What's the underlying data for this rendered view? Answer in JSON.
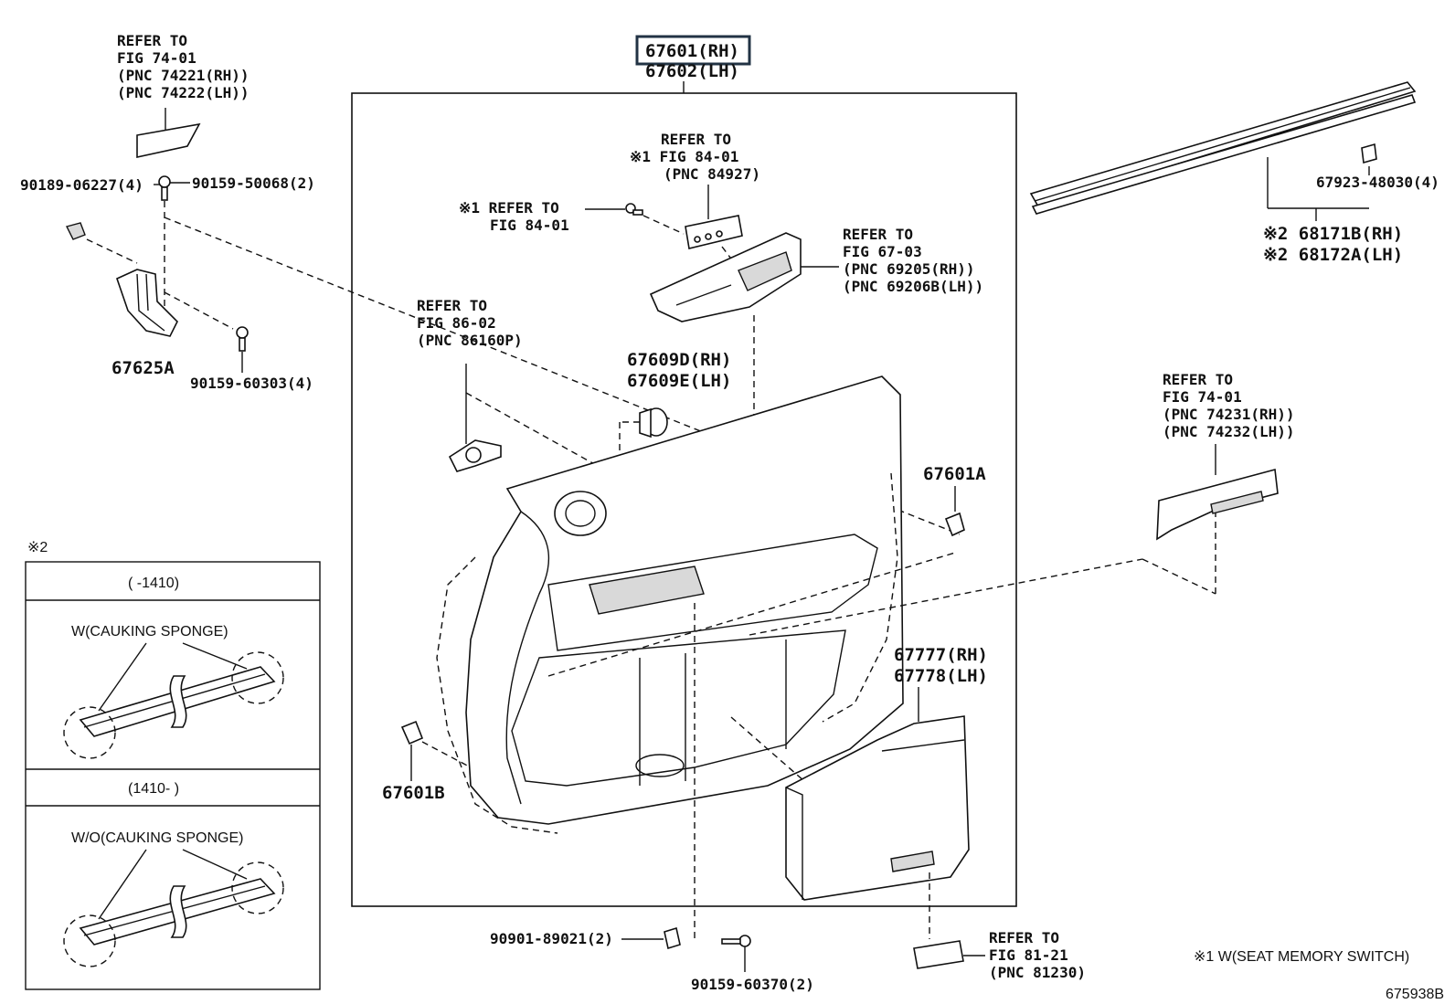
{
  "title_box": {
    "main": "67601(RH)",
    "sub": "67602(LH)"
  },
  "labels": {
    "refer_74_01_top": [
      "REFER TO",
      "FIG 74-01",
      "(PNC 74221(RH))",
      "(PNC 74222(LH))"
    ],
    "p90189": "90189-06227(4)",
    "p90159_50068": "90159-50068(2)",
    "p67625A": "67625A",
    "p90159_60303": "90159-60303(4)",
    "refer_84_01_a": [
      "REFER TO",
      "※1 FIG 84-01",
      "(PNC 84927)"
    ],
    "refer_84_01_b": [
      "※1 REFER TO",
      "FIG 84-01"
    ],
    "refer_67_03": [
      "REFER TO",
      "FIG 67-03",
      "(PNC 69205(RH))",
      "(PNC 69206B(LH))"
    ],
    "refer_86_02": [
      "REFER TO",
      "FIG 86-02",
      "(PNC 86160P)"
    ],
    "p67609": [
      "67609D(RH)",
      "67609E(LH)"
    ],
    "p67601A": "67601A",
    "p67601B": "67601B",
    "p67777": [
      "67777(RH)",
      "67778(LH)"
    ],
    "p67923": "67923-48030(4)",
    "p68171": [
      "※2 68171B(RH)",
      "※2 68172A(LH)"
    ],
    "refer_74_01_right": [
      "REFER TO",
      "FIG 74-01",
      "(PNC 74231(RH))",
      "(PNC 74232(LH))"
    ],
    "p90901": "90901-89021(2)",
    "p90159_60370": "90159-60370(2)",
    "refer_81_21": [
      "REFER TO",
      "FIG 81-21",
      "(PNC 81230)"
    ],
    "note_seat_memory": "※1 W(SEAT MEMORY SWITCH)",
    "diagram_id": "675938B"
  },
  "inset": {
    "marker": "※2",
    "row1_header": "(    -1410)",
    "row1_caption": "W(CAUKING SPONGE)",
    "row2_header": "(1410-    )",
    "row2_caption": "W/O(CAUKING SPONGE)"
  }
}
